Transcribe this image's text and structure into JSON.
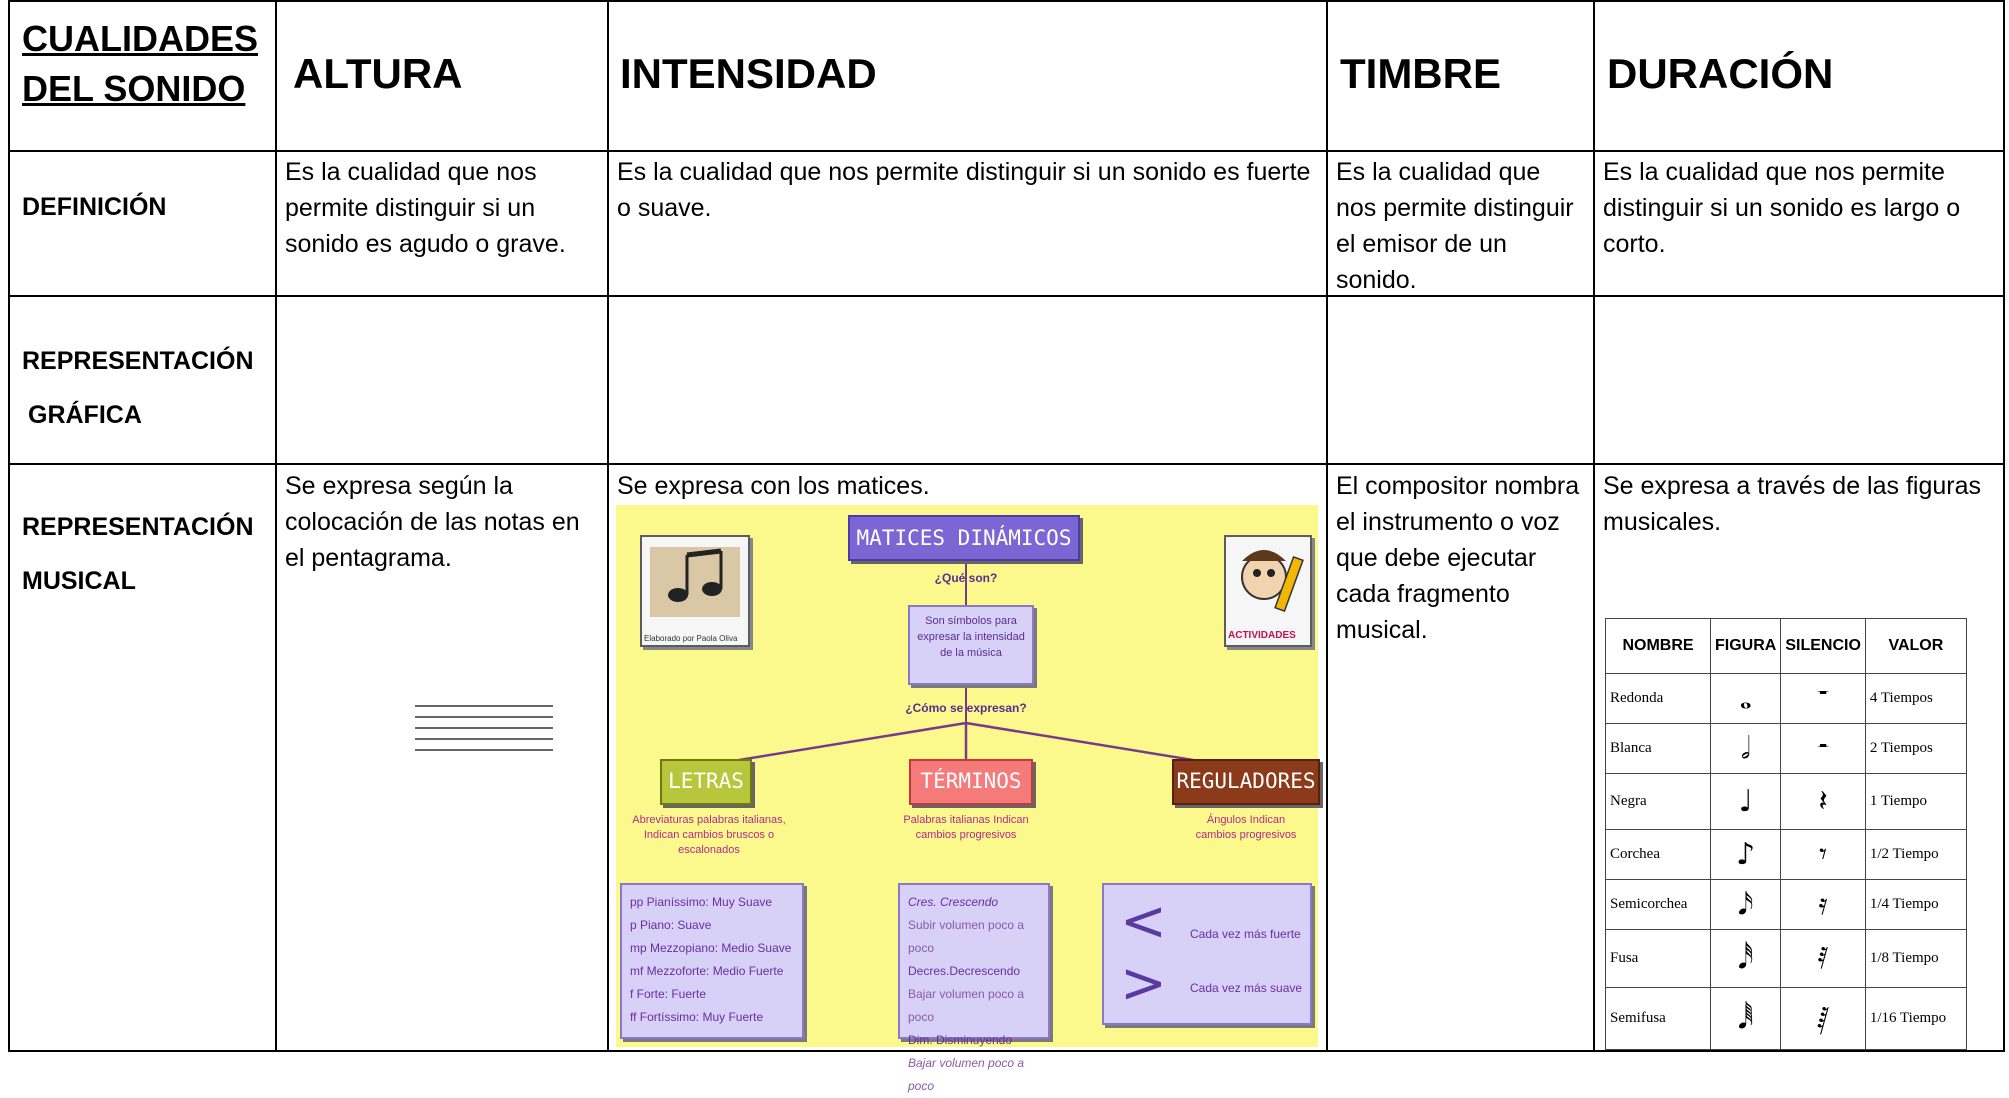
{
  "header": {
    "corner_line1": "CUALIDADES",
    "corner_line2": "DEL SONIDO",
    "col_altura": "ALTURA",
    "col_intensidad": "INTENSIDAD",
    "col_timbre": "TIMBRE",
    "col_duracion": "DURACIÓN"
  },
  "rows": {
    "definicion": {
      "label": "DEFINICIÓN",
      "altura": "Es la cualidad que nos permite distinguir si un sonido es agudo o grave.",
      "intensidad": "Es la cualidad que nos permite distinguir si un sonido es fuerte o suave.",
      "timbre": "Es la cualidad que nos permite distinguir el emisor de un sonido.",
      "duracion": "Es la cualidad que nos permite distinguir si un sonido es largo o corto."
    },
    "grafica": {
      "label_line1": "REPRESENTACIÓN",
      "label_line2": "GRÁFICA"
    },
    "musical": {
      "label_line1": "REPRESENTACIÓN",
      "label_line2": "MUSICAL",
      "altura": "Se expresa según la colocación de las notas en el pentagrama.",
      "intensidad": "Se expresa con los matices.",
      "timbre": "El compositor nombra el instrumento o voz que debe ejecutar cada fragmento musical.",
      "duracion": "Se expresa a través de las figuras musicales."
    }
  },
  "concept_map": {
    "title": "MATICES DINÁMICOS",
    "question1": "¿Qué son?",
    "definition": "Son símbolos para expresar la intensidad de la música",
    "question2": "¿Cómo se expresan?",
    "left_picture_caption": "Elaborado por Paola Oliva",
    "right_picture_caption": "ACTIVIDADES",
    "categories": [
      {
        "name": "LETRAS",
        "desc": "Abreviaturas palabras italianas, Indican cambios bruscos o escalonados"
      },
      {
        "name": "TÉRMINOS",
        "desc": "Palabras italianas Indican cambios progresivos"
      },
      {
        "name": "REGULADORES",
        "desc": "Ángulos Indican cambios progresivos"
      }
    ],
    "letras_list": [
      "pp  Pianíssimo: Muy Suave",
      "p   Piano: Suave",
      "mp  Mezzopiano: Medio Suave",
      "mf  Mezzoforte: Medio Fuerte",
      "f   Forte: Fuerte",
      "ff  Fortíssimo: Muy Fuerte"
    ],
    "terminos_list": [
      "Cres. Crescendo",
      "Subir volumen poco a poco",
      "Decres.Decrescendo",
      "Bajar volumen poco a poco",
      "Dim. Disminuyendo",
      "Bajar volumen poco a poco"
    ],
    "reguladores": {
      "crescendo_sign": "<",
      "decrescendo_sign": ">",
      "crescendo_text": "Cada vez más fuerte",
      "decrescendo_text": "Cada vez más suave"
    }
  },
  "figures_table": {
    "headers": [
      "NOMBRE",
      "FIGURA",
      "SILENCIO",
      "VALOR"
    ],
    "rows": [
      {
        "nombre": "Redonda",
        "figura": "𝅝",
        "silencio": "𝄻",
        "valor": "4 Tiempos"
      },
      {
        "nombre": "Blanca",
        "figura": "𝅗𝅥",
        "silencio": "𝄼",
        "valor": "2 Tiempos"
      },
      {
        "nombre": "Negra",
        "figura": "♩",
        "silencio": "𝄽",
        "valor": "1 Tiempo"
      },
      {
        "nombre": "Corchea",
        "figura": "♪",
        "silencio": "𝄾",
        "valor": "1/2 Tiempo"
      },
      {
        "nombre": "Semicorchea",
        "figura": "𝅘𝅥𝅯",
        "silencio": "𝄿",
        "valor": "1/4 Tiempo"
      },
      {
        "nombre": "Fusa",
        "figura": "𝅘𝅥𝅰",
        "silencio": "𝅀",
        "valor": "1/8 Tiempo"
      },
      {
        "nombre": "Semifusa",
        "figura": "𝅘𝅥𝅱",
        "silencio": "𝅁",
        "valor": "1/16 Tiempo"
      }
    ]
  }
}
